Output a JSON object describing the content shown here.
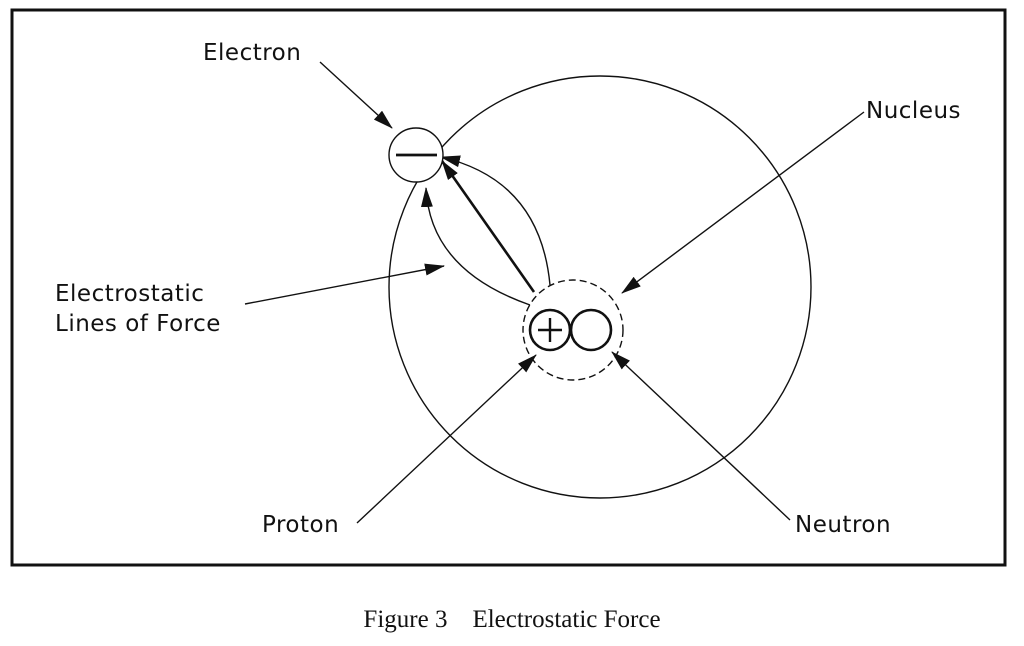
{
  "diagram": {
    "labels": {
      "electron": "Electron",
      "nucleus": "Nucleus",
      "lines_of_force_1": "Electrostatic",
      "lines_of_force_2": "Lines of Force",
      "proton": "Proton",
      "neutron": "Neutron"
    },
    "symbols": {
      "electron_charge": "−",
      "proton_charge": "+"
    }
  },
  "caption": {
    "number": "Figure 3",
    "title": "Electrostatic Force"
  },
  "colors": {
    "ink": "#111111",
    "background": "#ffffff"
  }
}
